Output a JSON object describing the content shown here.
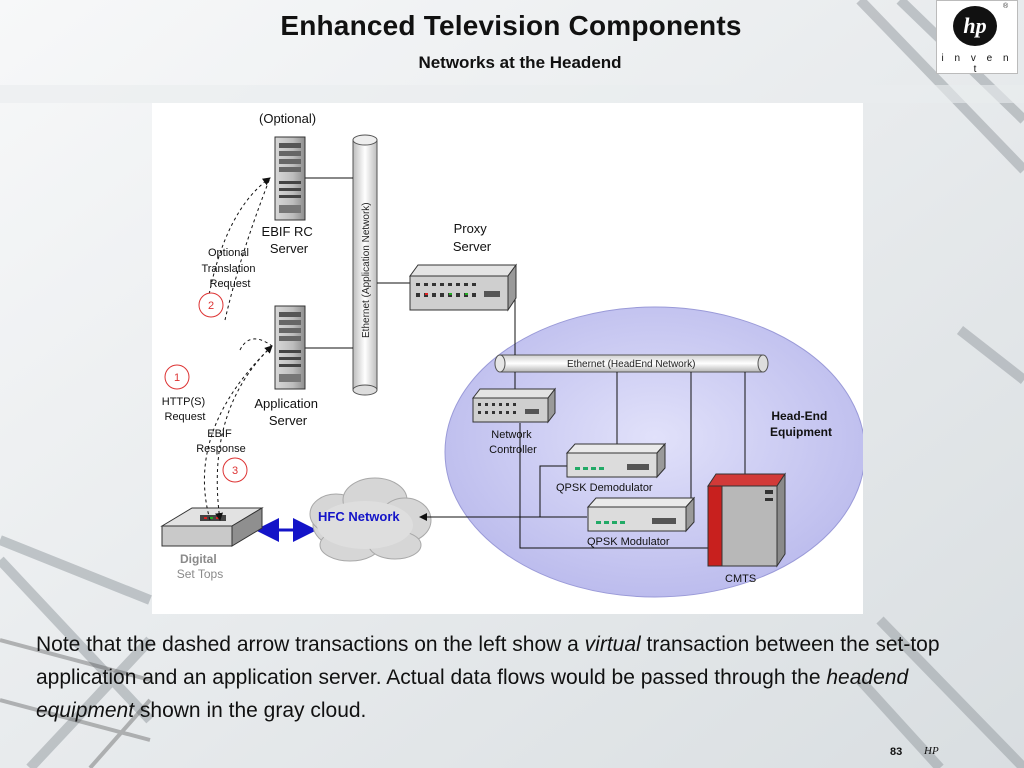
{
  "header": {
    "title": "Enhanced Television Components",
    "subtitle": "Networks at the Headend",
    "logo_mark": "hp",
    "logo_tagline": "i n v e n t",
    "logo_registered": "®"
  },
  "diagram": {
    "optional_label": "(Optional)",
    "ebif_rc_server": [
      "EBIF RC",
      "Server"
    ],
    "application_server": [
      "Application",
      "Server"
    ],
    "proxy_server": [
      "Proxy",
      "Server"
    ],
    "app_network": "Ethernet (Application Network)",
    "headend_network": "Ethernet (HeadEnd Network)",
    "headend_equipment": [
      "Head-End",
      "Equipment"
    ],
    "network_controller": [
      "Network",
      "Controller"
    ],
    "qpsk_demodulator": "QPSK Demodulator",
    "qpsk_modulator": "QPSK Modulator",
    "cmts": "CMTS",
    "hfc_network": "HFC Network",
    "digital_set_tops": [
      "Digital",
      "Set Tops"
    ],
    "optional_translation": [
      "Optional",
      "Translation",
      "Request"
    ],
    "http_request": [
      "HTTP(S)",
      "Request"
    ],
    "ebif_response": [
      "EBIF",
      "Response"
    ],
    "step_1": "1",
    "step_2": "2",
    "step_3": "3"
  },
  "note": {
    "p1": "Note that the dashed arrow transactions on the left show a ",
    "p1_em": "virtual",
    "p2": " transaction between the set-top application and an application server. Actual data flows would be passed through the ",
    "p2_em": "headend equipment",
    "p3": " shown in the gray cloud."
  },
  "footer": {
    "page": "83",
    "brand": "HP"
  },
  "colors": {
    "oval": "#c9c9f2",
    "step_circle": "#d33",
    "hfc_text": "#1414c8",
    "cmts_red": "#c8201e"
  }
}
